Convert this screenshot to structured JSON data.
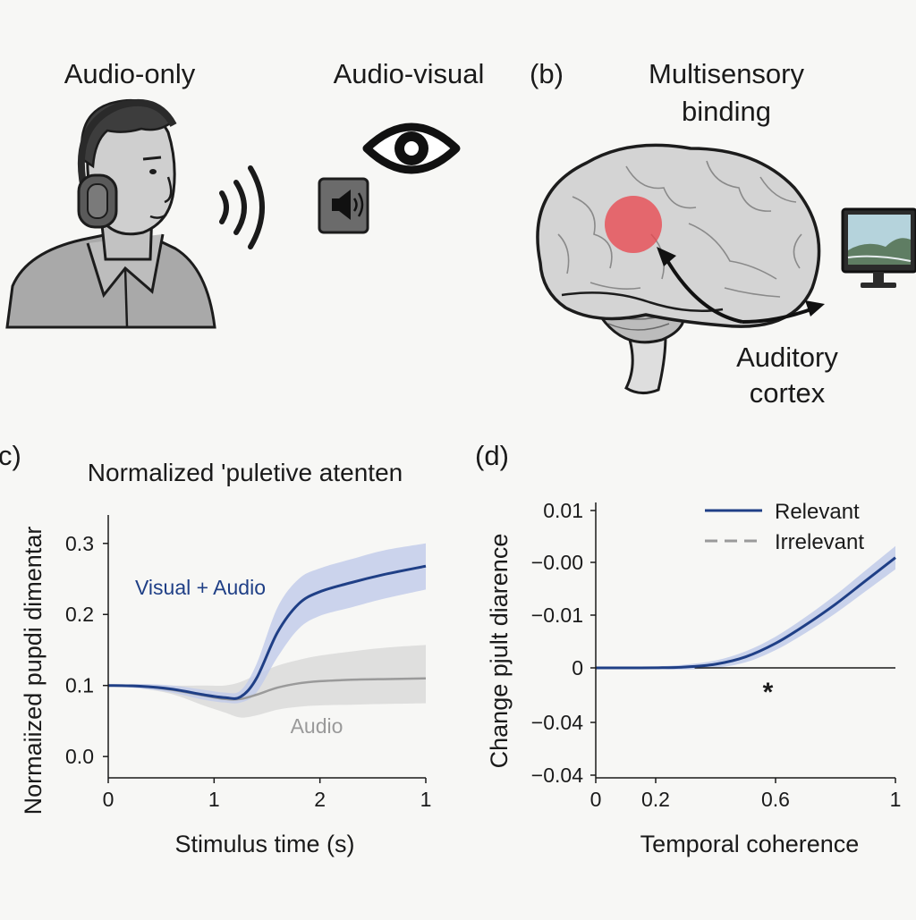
{
  "panel_a": {
    "label_audio_only": "Audio-only",
    "label_audio_visual": "Audio-visual"
  },
  "panel_b": {
    "panel_letter": "(b)",
    "title_line1": "Multisensory",
    "title_line2": "binding",
    "region_line1": "Auditory",
    "region_line2": "cortex"
  },
  "panel_c": {
    "panel_letter": "c)",
    "title": "Normalized 'puletive atenten",
    "ylabel": "Normaiized pupdi dimentar",
    "xlabel": "Stimulus time (s)",
    "series_label_visual": "Visual + Audio",
    "series_label_audio": "Audio"
  },
  "panel_d": {
    "panel_letter": "(d)",
    "ylabel": "Change pjult diarence",
    "xlabel": "Temporal coherence",
    "legend_relevant": "Relevant",
    "legend_irrelevant": "Irrelevant",
    "significance_marker": "*"
  },
  "colors": {
    "visual_audio": "#1f3f86",
    "visual_audio_band": "#c3cdea",
    "audio": "#9a9a9a",
    "audio_band": "#dcdcdc",
    "hotspot": "#e8484f"
  },
  "chart_data": [
    {
      "type": "line",
      "title": "Normalized 'puletive atenten",
      "xlabel": "Stimulus time (s)",
      "ylabel": "Normaiized pupdi dimentar",
      "xlim": [
        0,
        3
      ],
      "ylim": [
        -0.03,
        0.34
      ],
      "x_ticks": [
        0,
        1,
        2,
        3
      ],
      "x_tick_labels": [
        "0",
        "1",
        "2",
        "1"
      ],
      "y_ticks": [
        0.0,
        0.1,
        0.2,
        0.3
      ],
      "y_tick_labels": [
        "0.0",
        "0.1",
        "0.2",
        "0.3"
      ],
      "series": [
        {
          "name": "Visual + Audio",
          "x": [
            0,
            0.3,
            0.6,
            0.9,
            1.1,
            1.25,
            1.4,
            1.6,
            1.8,
            2.0,
            2.3,
            2.6,
            3.0
          ],
          "y": [
            0.1,
            0.099,
            0.095,
            0.087,
            0.083,
            0.084,
            0.11,
            0.175,
            0.215,
            0.232,
            0.245,
            0.256,
            0.268
          ],
          "lower": [
            0.1,
            0.096,
            0.09,
            0.08,
            0.076,
            0.076,
            0.09,
            0.14,
            0.18,
            0.198,
            0.21,
            0.222,
            0.235
          ],
          "upper": [
            0.1,
            0.102,
            0.1,
            0.094,
            0.09,
            0.093,
            0.13,
            0.21,
            0.25,
            0.265,
            0.278,
            0.29,
            0.3
          ]
        },
        {
          "name": "Audio",
          "x": [
            0,
            0.3,
            0.6,
            0.9,
            1.1,
            1.25,
            1.4,
            1.6,
            1.8,
            2.0,
            2.3,
            2.6,
            3.0
          ],
          "y": [
            0.1,
            0.099,
            0.094,
            0.086,
            0.081,
            0.081,
            0.087,
            0.097,
            0.103,
            0.106,
            0.108,
            0.109,
            0.11
          ],
          "lower": [
            0.1,
            0.096,
            0.088,
            0.072,
            0.062,
            0.055,
            0.058,
            0.066,
            0.07,
            0.072,
            0.073,
            0.074,
            0.075
          ],
          "upper": [
            0.1,
            0.102,
            0.1,
            0.1,
            0.1,
            0.105,
            0.115,
            0.128,
            0.136,
            0.142,
            0.148,
            0.153,
            0.157
          ]
        }
      ]
    },
    {
      "type": "line",
      "xlabel": "Temporal coherence",
      "ylabel": "Change pjult diarence",
      "xlim": [
        0,
        1
      ],
      "y_tick_labels": [
        "0.01",
        "−0.00",
        "−0.01",
        "0",
        "−0.04",
        "−0.04"
      ],
      "legend": "top-right",
      "x_ticks": [
        0,
        0.2,
        0.6,
        1
      ],
      "x_tick_labels": [
        "0",
        "0.2",
        "0.6",
        "1"
      ],
      "series": [
        {
          "name": "Relevant",
          "x": [
            0,
            0.1,
            0.2,
            0.3,
            0.4,
            0.5,
            0.6,
            0.7,
            0.8,
            0.9,
            1.0
          ],
          "level": [
            0,
            0,
            0.001,
            0.007,
            0.03,
            0.09,
            0.2,
            0.35,
            0.52,
            0.71,
            0.9
          ],
          "band": [
            0,
            0.004,
            0.01,
            0.02,
            0.03,
            0.045,
            0.055,
            0.065,
            0.075,
            0.085,
            0.095
          ]
        },
        {
          "name": "Irrelevant",
          "x": [
            0.33,
            1.0
          ],
          "level": [
            0,
            0
          ]
        }
      ],
      "annotations": [
        {
          "text": "*",
          "x": 0.5
        }
      ]
    }
  ]
}
